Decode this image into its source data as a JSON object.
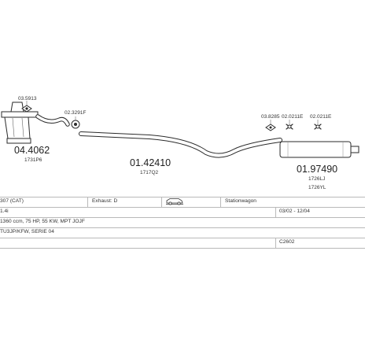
{
  "parts": {
    "catalyst": {
      "code": "04.4062",
      "ref": "1731P6"
    },
    "catalyst_bracket": {
      "code": "03.5913"
    },
    "front_pipe_gasket": {
      "code": "02.3291F"
    },
    "centre_pipe": {
      "code": "01.42410",
      "ref": "1717Q2"
    },
    "mounting_kit": {
      "code": "03.8285"
    },
    "rear_clamp_1": {
      "code": "02.0211E"
    },
    "rear_clamp_2": {
      "code": "02.0211E"
    },
    "rear_silencer": {
      "code": "01.97490",
      "ref_1": "1726LJ",
      "ref_2": "1726YL"
    }
  },
  "info": {
    "row1": {
      "model": "307 (CAT)",
      "exhaust": "Exhaust: D",
      "body": "Stationwagon"
    },
    "row2": {
      "engine": "1.4i",
      "years": "03/02 - 12/04"
    },
    "row3": {
      "spec": "1360 ccm, 75 HP, 55 KW, MPT JOJF"
    },
    "row4": {
      "codes": "TU3JP/KFW, SERIE 04"
    },
    "row5": {
      "ref": "C2602"
    }
  },
  "icons": {
    "body_style": "stationwagon-car-icon"
  }
}
